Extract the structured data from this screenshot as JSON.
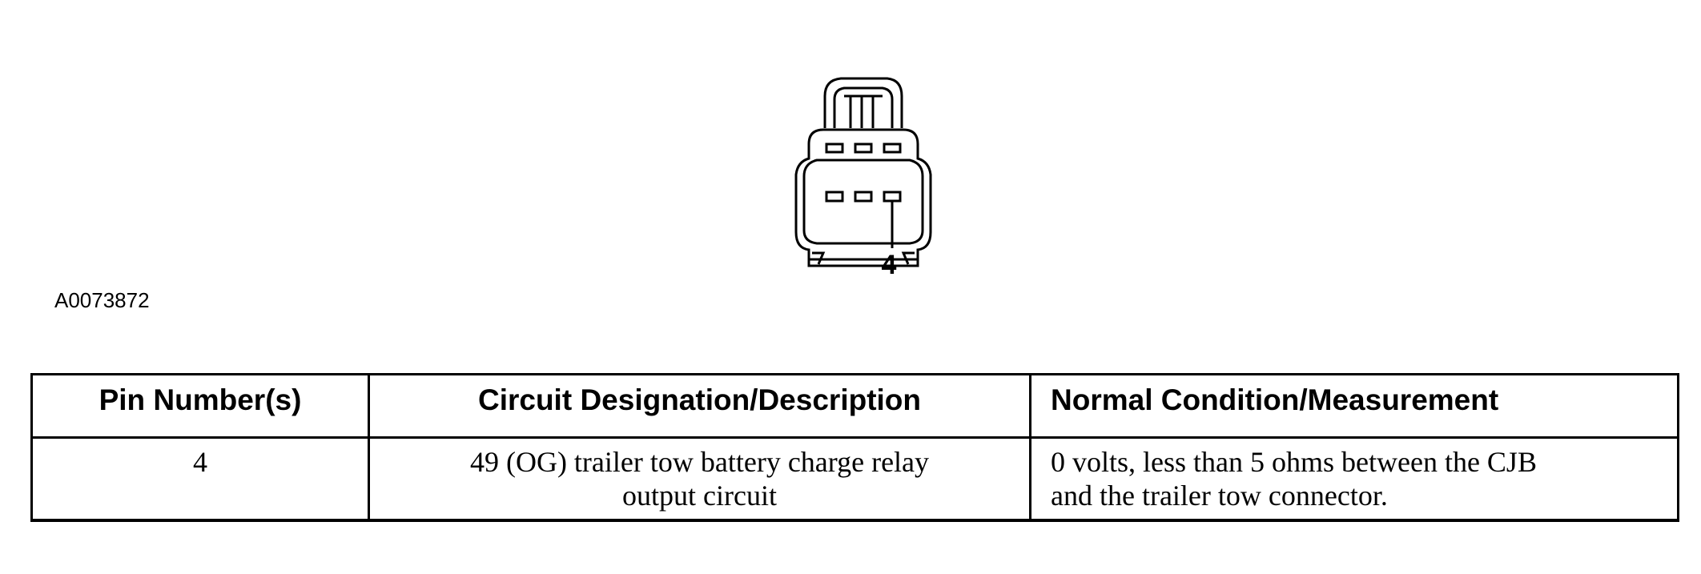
{
  "figure": {
    "pin_callout": "4",
    "figure_id": "A0073872"
  },
  "table": {
    "headers": [
      "Pin Number(s)",
      "Circuit Designation/Description",
      "Normal Condition/Measurement"
    ],
    "rows": [
      {
        "pin": "4",
        "circuit_line1": "49 (OG) trailer tow battery charge relay",
        "circuit_line2": "output circuit",
        "measurement_line1": "0 volts, less than 5 ohms between the CJB",
        "measurement_line2": "and the trailer tow connector."
      }
    ]
  }
}
